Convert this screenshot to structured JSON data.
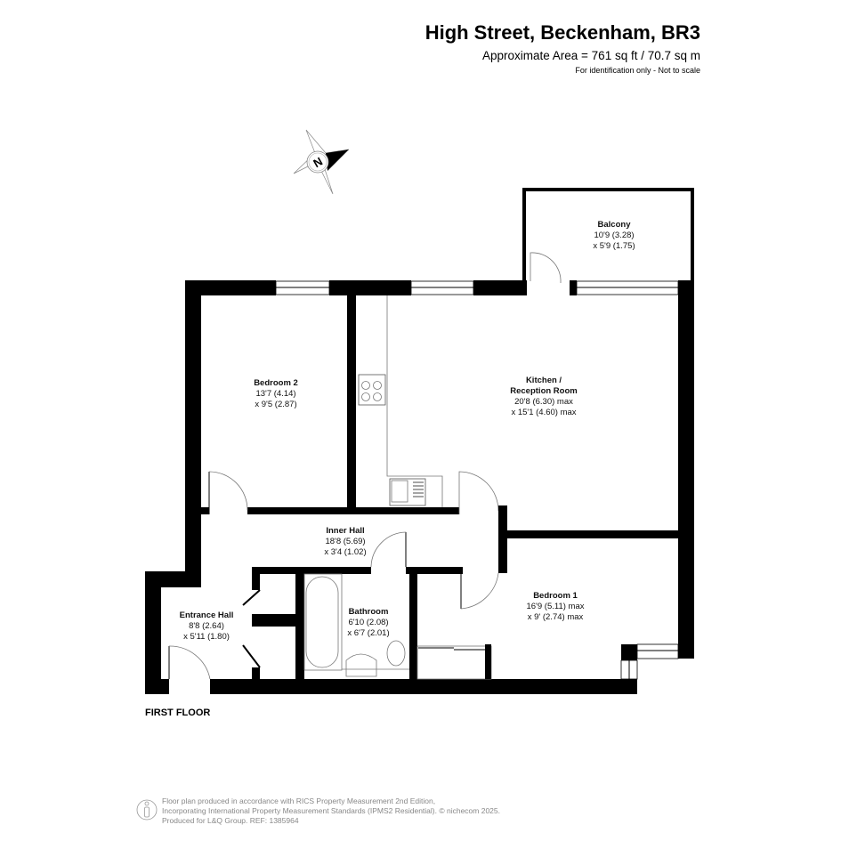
{
  "header": {
    "title": "High Street, Beckenham, BR3",
    "area": "Approximate Area = 761 sq ft / 70.7 sq m",
    "note": "For identification only - Not to scale"
  },
  "compass": {
    "label": "N"
  },
  "rooms": {
    "balcony": {
      "name": "Balcony",
      "dim1": "10'9 (3.28)",
      "dim2": "x 5'9 (1.75)"
    },
    "bedroom2": {
      "name": "Bedroom 2",
      "dim1": "13'7 (4.14)",
      "dim2": "x 9'5 (2.87)"
    },
    "kitchen": {
      "name1": "Kitchen /",
      "name2": "Reception Room",
      "dim1": "20'8 (6.30) max",
      "dim2": "x 15'1 (4.60) max"
    },
    "inner_hall": {
      "name": "Inner Hall",
      "dim1": "18'8 (5.69)",
      "dim2": "x 3'4 (1.02)"
    },
    "bathroom": {
      "name": "Bathroom",
      "dim1": "6'10 (2.08)",
      "dim2": "x 6'7 (2.01)"
    },
    "entrance_hall": {
      "name": "Entrance Hall",
      "dim1": "8'8 (2.64)",
      "dim2": "x 5'11 (1.80)"
    },
    "bedroom1": {
      "name": "Bedroom 1",
      "dim1": "16'9 (5.11) max",
      "dim2": "x 9' (2.74) max"
    }
  },
  "floor_label": "FIRST FLOOR",
  "footer": {
    "line1": "Floor plan produced in accordance with RICS Property Measurement 2nd Edition,",
    "line2": "Incorporating International Property Measurement Standards (IPMS2 Residential).   © nichecom 2025.",
    "line3": "Produced for L&Q Group.   REF:   1385964"
  }
}
